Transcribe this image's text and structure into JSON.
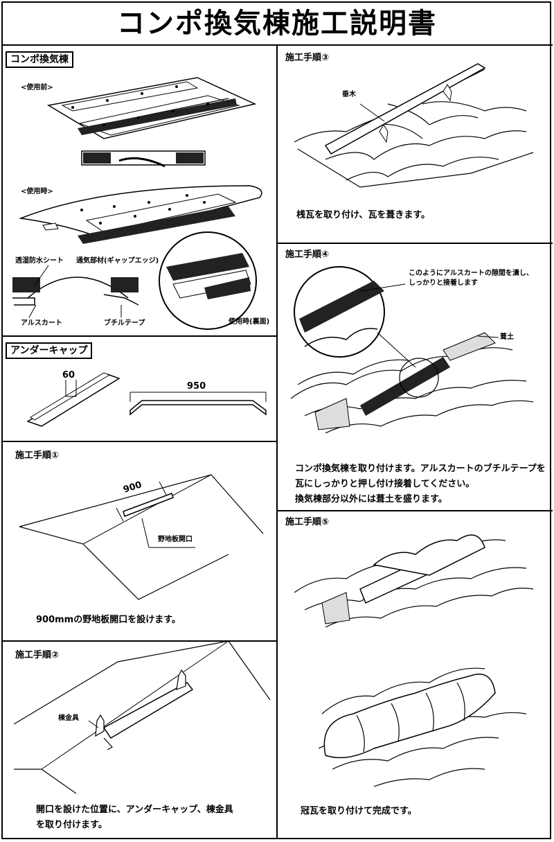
{
  "title": "コンポ換気棟施工説明書",
  "product": {
    "label": "コンポ換気棟",
    "before_use": "<使用前>",
    "in_use": "<使用時>",
    "sheet": "透湿防水シート",
    "vent": "通気部材(ギャップエッジ)",
    "al_skirt": "アルスカート",
    "butyl_tape": "ブチルテープ",
    "back_side": "使用時(裏面)"
  },
  "under_cap": {
    "label": "アンダーキャップ",
    "dim_width": "60",
    "dim_length": "950"
  },
  "step1": {
    "heading": "施工手順①",
    "dim": "900",
    "opening_label": "野地板開口",
    "caption": "900mmの野地板開口を設けます。"
  },
  "step2": {
    "heading": "施工手順②",
    "bracket_label": "棟金具",
    "caption_line1": "開口を設けた位置に、アンダーキャップ、棟金具",
    "caption_line2": "を取り付けます。"
  },
  "step3": {
    "heading": "施工手順③",
    "rafter_label": "垂木",
    "caption": "桟瓦を取り付け、瓦を葺きます。"
  },
  "step4": {
    "heading": "施工手順④",
    "note_line1": "このようにアルスカートの隙間を潰し、",
    "note_line2": "しっかりと接着します",
    "mortar_label": "葺土",
    "caption_line1": "コンポ換気棟を取り付けます。アルスカートのブチルテープを",
    "caption_line2": "瓦にしっかりと押し付け接着してください。",
    "caption_line3": "換気棟部分以外には葺土を盛ります。"
  },
  "step5": {
    "heading": "施工手順⑤",
    "caption": "冠瓦を取り付けて完成です。"
  }
}
